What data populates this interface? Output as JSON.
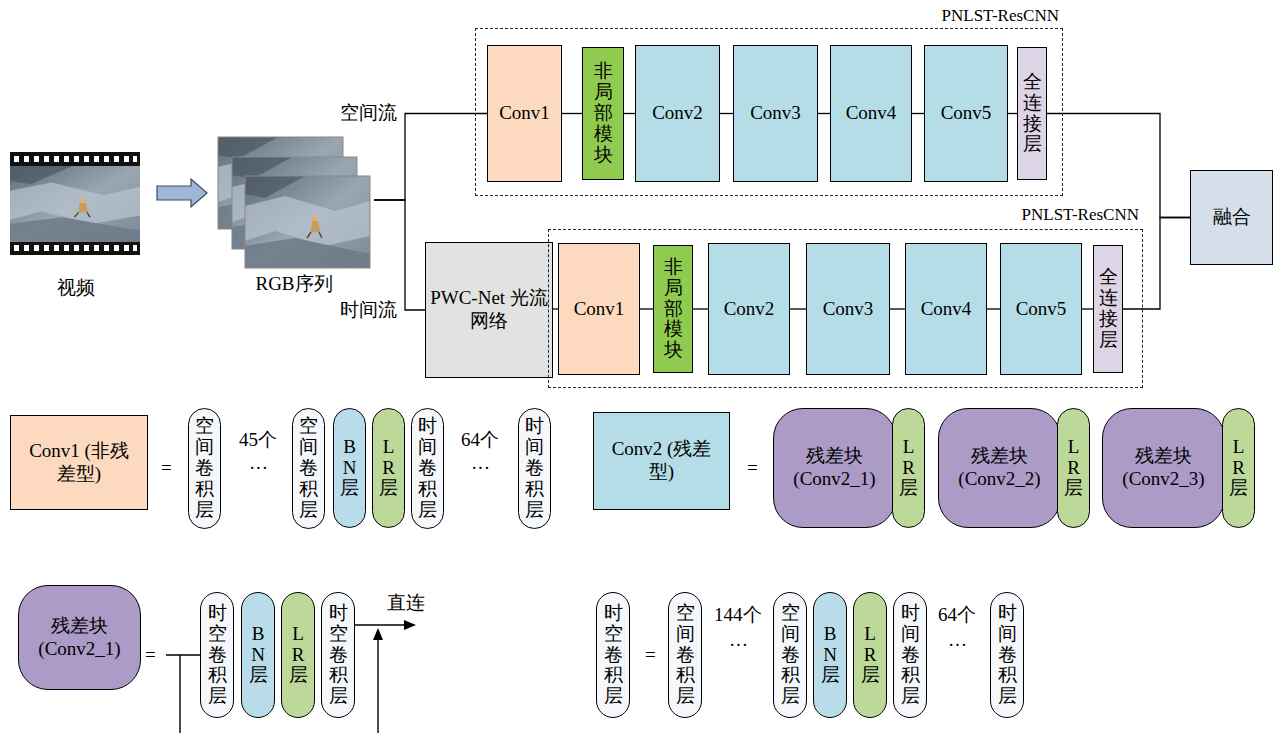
{
  "diagram": {
    "nodes": [
      {
        "text": [
          "视频"
        ]
      },
      {
        "text": [
          "RGB序列"
        ]
      },
      {
        "text": [
          "PNLST-ResCNN"
        ]
      },
      {
        "text": [
          "Conv1"
        ],
        "in": 2
      },
      {
        "text": [
          "非局部模块"
        ],
        "in": 2
      },
      {
        "text": [
          "Conv2"
        ],
        "in": 2
      },
      {
        "text": [
          "Conv3"
        ],
        "in": 2
      },
      {
        "text": [
          "Conv4"
        ],
        "in": 2
      },
      {
        "text": [
          "Conv5"
        ],
        "in": 2
      },
      {
        "text": [
          "全连接层"
        ],
        "in": 2
      },
      {
        "text": [
          "PWC-Net 光流网络"
        ]
      },
      {
        "text": [
          "PNLST-ResCNN"
        ]
      },
      {
        "text": [
          "Conv1"
        ],
        "in": 11
      },
      {
        "text": [
          "非局部模块"
        ],
        "in": 11
      },
      {
        "text": [
          "Conv2"
        ],
        "in": 11
      },
      {
        "text": [
          "Conv3"
        ],
        "in": 11
      },
      {
        "text": [
          "Conv4"
        ],
        "in": 11
      },
      {
        "text": [
          "Conv5"
        ],
        "in": 11
      },
      {
        "text": [
          "全连接层"
        ],
        "in": 11
      },
      {
        "text": [
          "融合"
        ]
      },
      {
        "text": [
          "Conv1 (非残差型)"
        ]
      },
      {
        "text": [
          "空间卷积层"
        ]
      },
      {
        "text": [
          "空间卷积层"
        ]
      },
      {
        "text": [
          "BN层"
        ]
      },
      {
        "text": [
          "LR层"
        ]
      },
      {
        "text": [
          "时间卷积层"
        ]
      },
      {
        "text": [
          "时间卷积层"
        ]
      },
      {
        "text": [
          "Conv2 (残差型)"
        ]
      },
      {
        "text": [
          "残差块 (Conv2_1)"
        ]
      },
      {
        "text": [
          "LR层"
        ]
      },
      {
        "text": [
          "残差块 (Conv2_2)"
        ]
      },
      {
        "text": [
          "LR层"
        ]
      },
      {
        "text": [
          "残差块 (Conv2_3)"
        ]
      },
      {
        "text": [
          "LR层"
        ]
      },
      {
        "text": [
          "残差块 (Conv2_1)"
        ]
      },
      {
        "text": [
          "时空卷积层"
        ]
      },
      {
        "text": [
          "BN层"
        ]
      },
      {
        "text": [
          "LR层"
        ]
      },
      {
        "text": [
          "时空卷积层"
        ]
      },
      {
        "text": [
          "时空卷积层"
        ]
      },
      {
        "text": [
          "空间卷积层"
        ]
      },
      {
        "text": [
          "空间卷积层"
        ]
      },
      {
        "text": [
          "BN层"
        ]
      },
      {
        "text": [
          "LR层"
        ]
      },
      {
        "text": [
          "时间卷积层"
        ]
      },
      {
        "text": [
          "时间卷积层"
        ]
      }
    ],
    "edges": [
      {
        "from": 0,
        "to": 1,
        "arrow": "to"
      },
      {
        "from": 1,
        "to": 3,
        "arrow": "none",
        "label": "空间流"
      },
      {
        "from": 1,
        "to": 10,
        "arrow": "none",
        "label": "时间流"
      },
      {
        "from": 3,
        "to": 4,
        "arrow": "none"
      },
      {
        "from": 4,
        "to": 5,
        "arrow": "none"
      },
      {
        "from": 5,
        "to": 6,
        "arrow": "none"
      },
      {
        "from": 6,
        "to": 7,
        "arrow": "none"
      },
      {
        "from": 7,
        "to": 8,
        "arrow": "none"
      },
      {
        "from": 8,
        "to": 9,
        "arrow": "none"
      },
      {
        "from": 10,
        "to": 12,
        "arrow": "none"
      },
      {
        "from": 12,
        "to": 13,
        "arrow": "none"
      },
      {
        "from": 13,
        "to": 14,
        "arrow": "none"
      },
      {
        "from": 14,
        "to": 15,
        "arrow": "none"
      },
      {
        "from": 15,
        "to": 16,
        "arrow": "none"
      },
      {
        "from": 16,
        "to": 17,
        "arrow": "none"
      },
      {
        "from": 17,
        "to": 18,
        "arrow": "none"
      },
      {
        "from": 9,
        "to": 19,
        "arrow": "none"
      },
      {
        "from": 18,
        "to": 19,
        "arrow": "none"
      }
    ],
    "labels": [
      "=",
      "45个",
      "···",
      "64个",
      "···",
      "=",
      "=",
      "直连",
      "=",
      "144个",
      "···",
      "64个",
      "···"
    ]
  }
}
